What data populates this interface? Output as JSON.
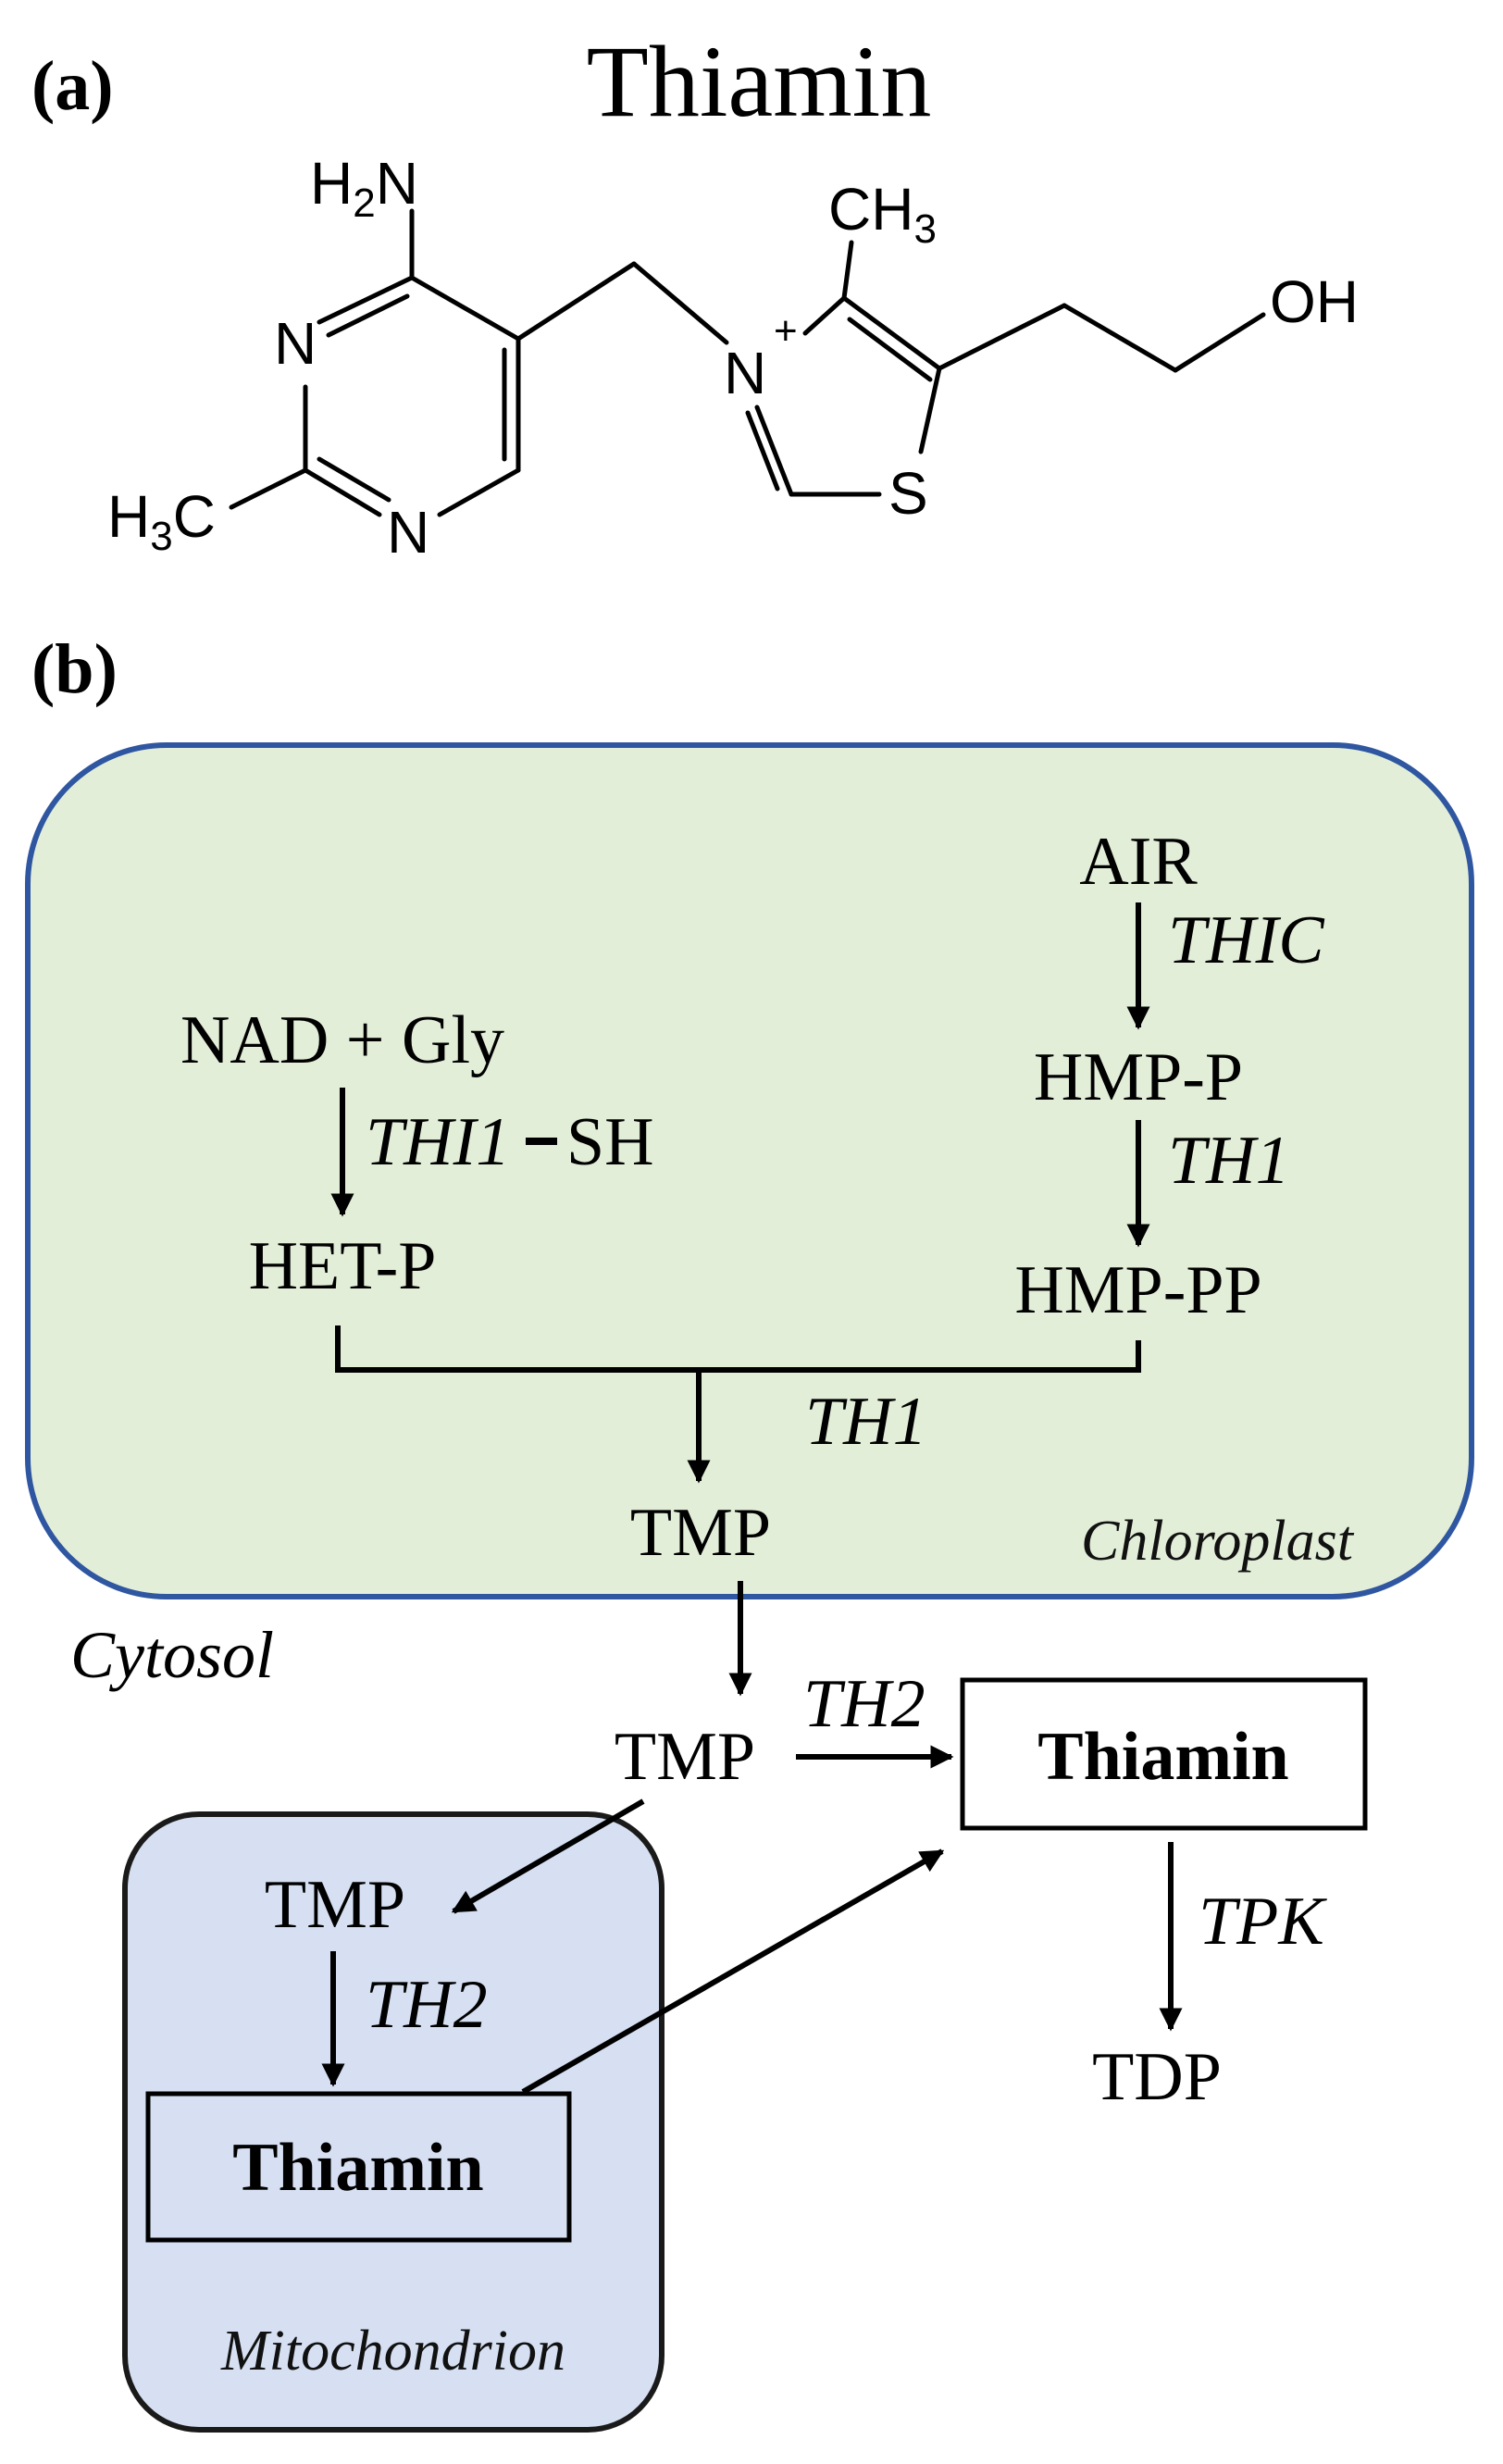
{
  "panel_a": {
    "label": "(a)",
    "title": "Thiamin",
    "atoms": {
      "nh2": {
        "main": "H",
        "sub": "2",
        "tail": "N"
      },
      "n1": "N",
      "n3": "N",
      "h3c": {
        "main": "H",
        "sub": "3",
        "tail": "C"
      },
      "ch3": {
        "main": "CH",
        "sub": "3"
      },
      "n_plus": "N",
      "plus": "+",
      "s": "S",
      "oh": "OH"
    }
  },
  "panel_b": {
    "label": "(b)",
    "compartments": {
      "chloroplast": "Chloroplast",
      "cytosol": "Cytosol",
      "mitochondrion": "Mitochondrion"
    },
    "metabolites": {
      "air": "AIR",
      "nad_gly": "NAD + Gly",
      "hmp_p": "HMP-P",
      "het_p": "HET-P",
      "hmp_pp": "HMP-PP",
      "tmp_chloroplast": "TMP",
      "tmp_cytosol": "TMP",
      "thiamin_cytosol": "Thiamin",
      "tdp": "TDP",
      "tmp_mito": "TMP",
      "thiamin_mito": "Thiamin"
    },
    "enzymes": {
      "thic": "THIC",
      "thi1": "THI1",
      "thi1_suffix": "SH",
      "th1_a": "TH1",
      "th1_b": "TH1",
      "th2_cytosol": "TH2",
      "tpk": "TPK",
      "th2_mito": "TH2"
    },
    "colors": {
      "chloroplast_fill": "#e2eed8",
      "chloroplast_border": "#2f56a0",
      "mito_fill": "#d6e0f2",
      "mito_border": "#1a1a1a"
    }
  }
}
